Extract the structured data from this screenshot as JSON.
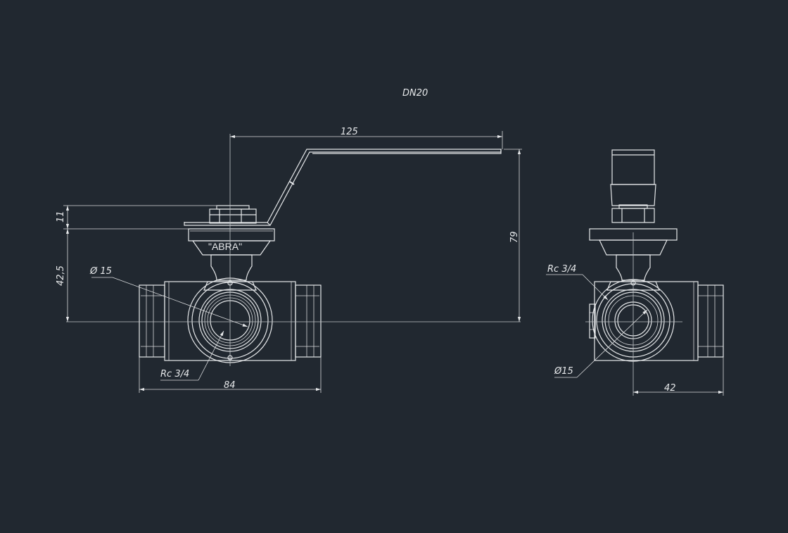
{
  "title": "DN20",
  "brand": "\"ABRA\"",
  "front_view": {
    "dim_handle_length": "125",
    "dim_height_total": "79",
    "dim_stem_gap": "11",
    "dim_axis_height": "42,5",
    "dim_bore": "Ø 15",
    "dim_thread": "Rc 3/4",
    "dim_body_length": "84"
  },
  "side_view": {
    "dim_thread": "Rc 3/4",
    "dim_bore": "Ø15",
    "dim_half_length": "42"
  },
  "colors": {
    "background": "#212830",
    "lines": "#e6e8ea"
  }
}
